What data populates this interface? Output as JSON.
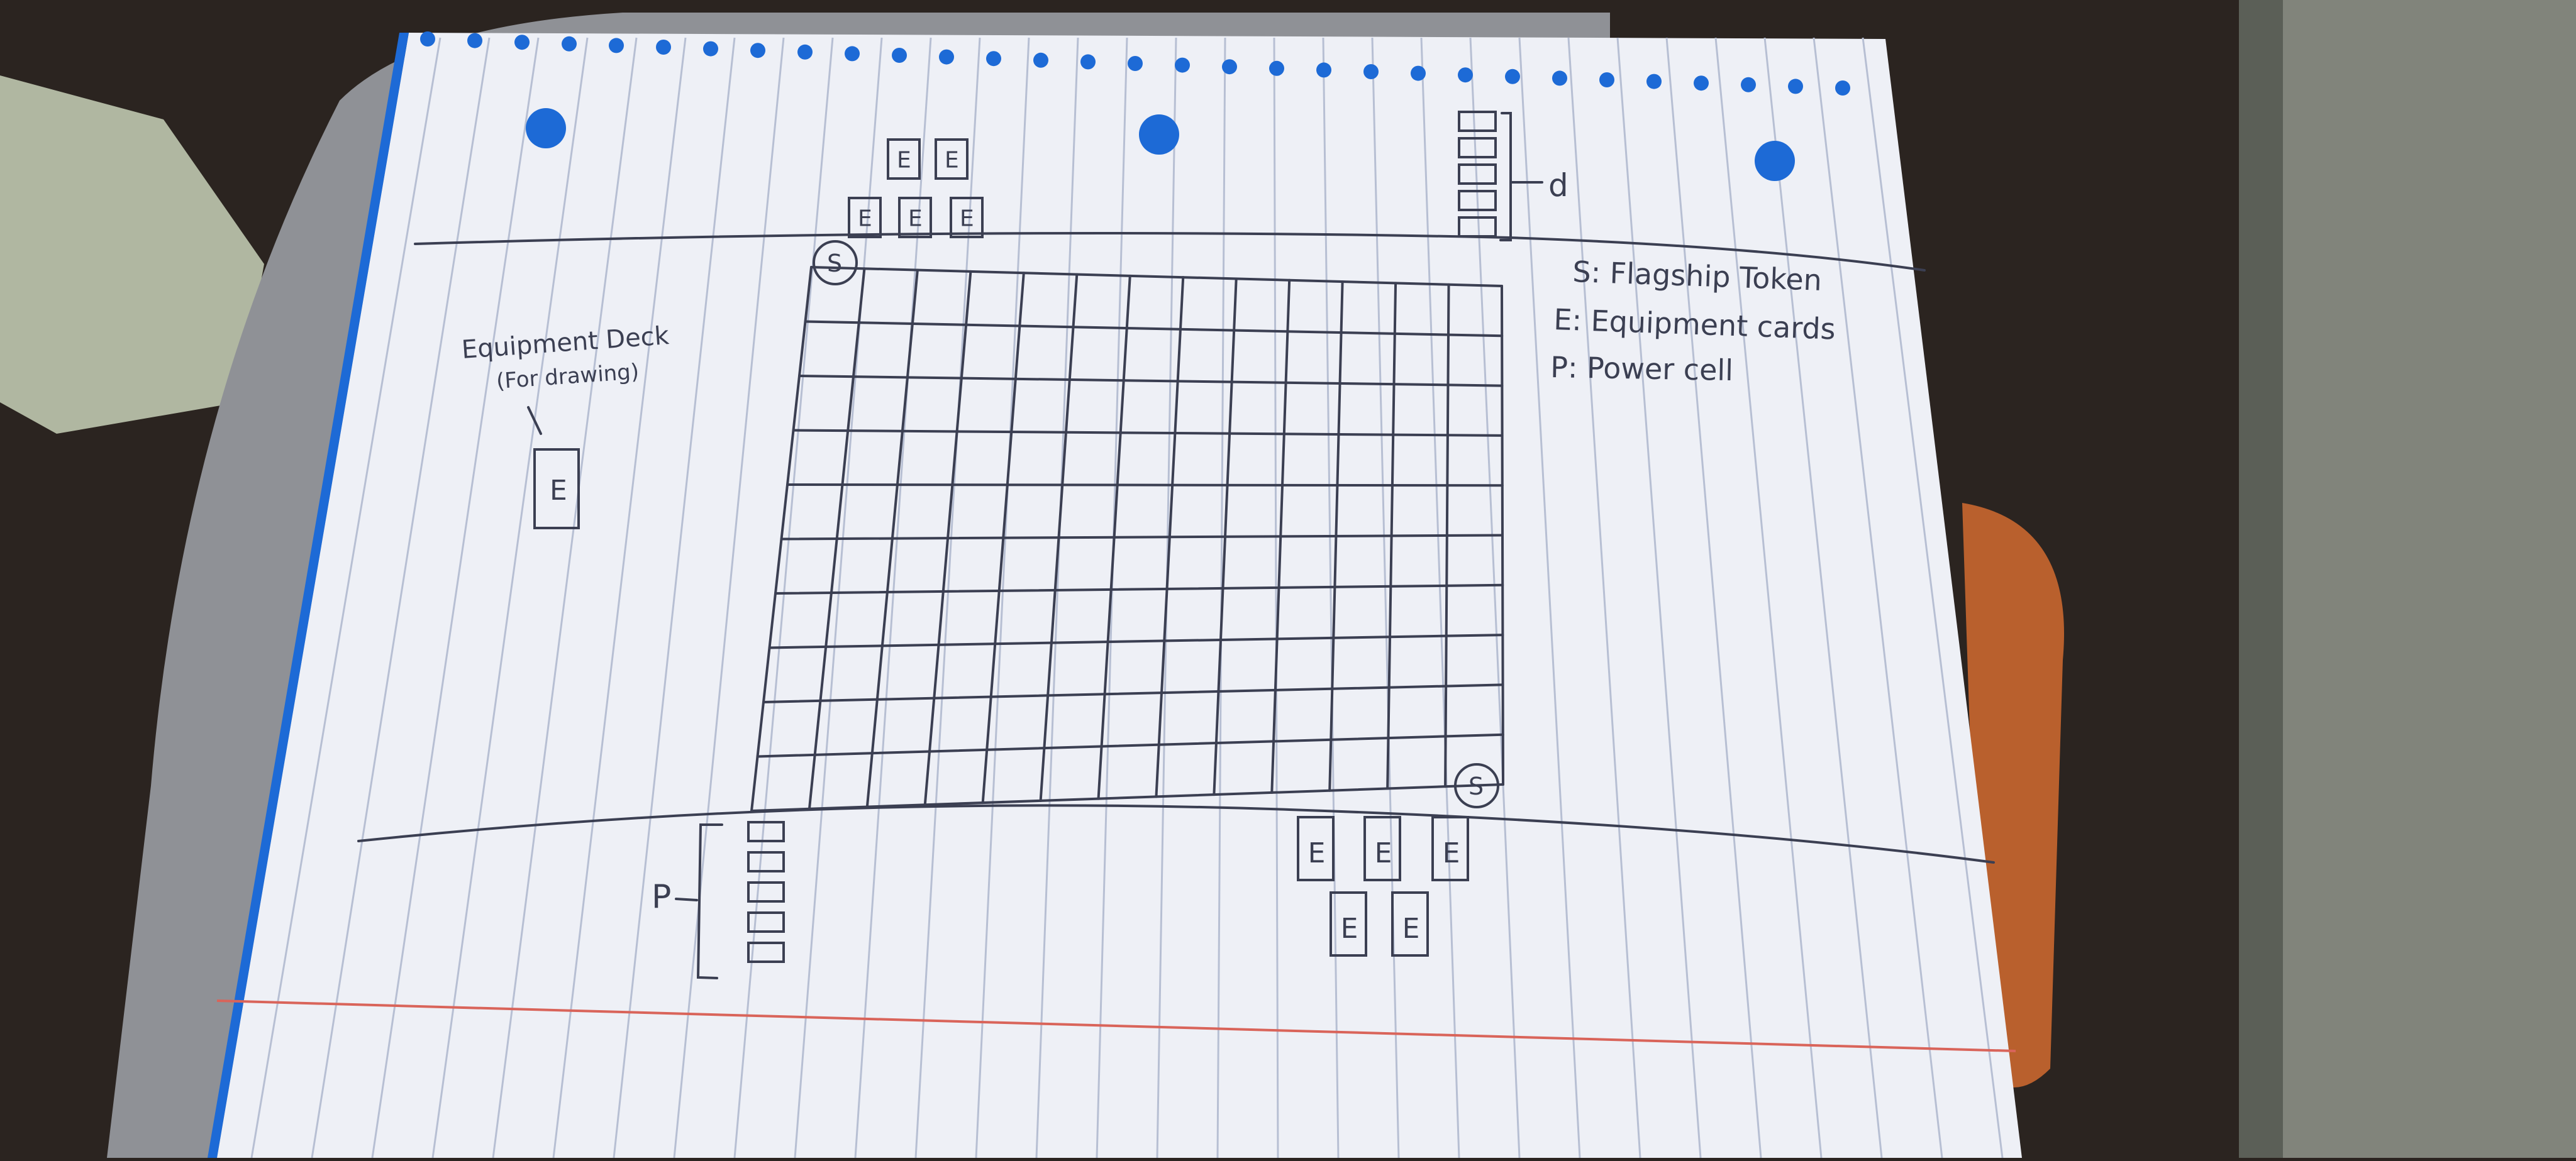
{
  "colors": {
    "background_floor": "#2b2420",
    "paper": "#eef0f6",
    "ruled_line": "#b7bfd3",
    "margin_line": "#d9645a",
    "pen_ink": "#3b3f52",
    "notebook_binding": "#1d6ad6",
    "sweater": "#8f9196",
    "chair_wood": "#b9602d"
  },
  "sketch": {
    "deck_label": "Equipment Deck",
    "deck_sublabel": "(For drawing)",
    "deck_card_letter": "E",
    "top_cards": [
      "E",
      "E",
      "E",
      "E",
      "E"
    ],
    "bottom_cards": [
      "E",
      "E",
      "E",
      "E",
      "E"
    ],
    "flagship_marker": "S",
    "power_label": "P",
    "top_stack_label": "d",
    "legend": [
      "S: Flagship Token",
      "E: Equipment cards",
      "P: Power cell"
    ],
    "grid": {
      "rows": 10,
      "cols": 13
    },
    "power_cells_top_count": 5,
    "power_cells_bottom_count": 5
  }
}
